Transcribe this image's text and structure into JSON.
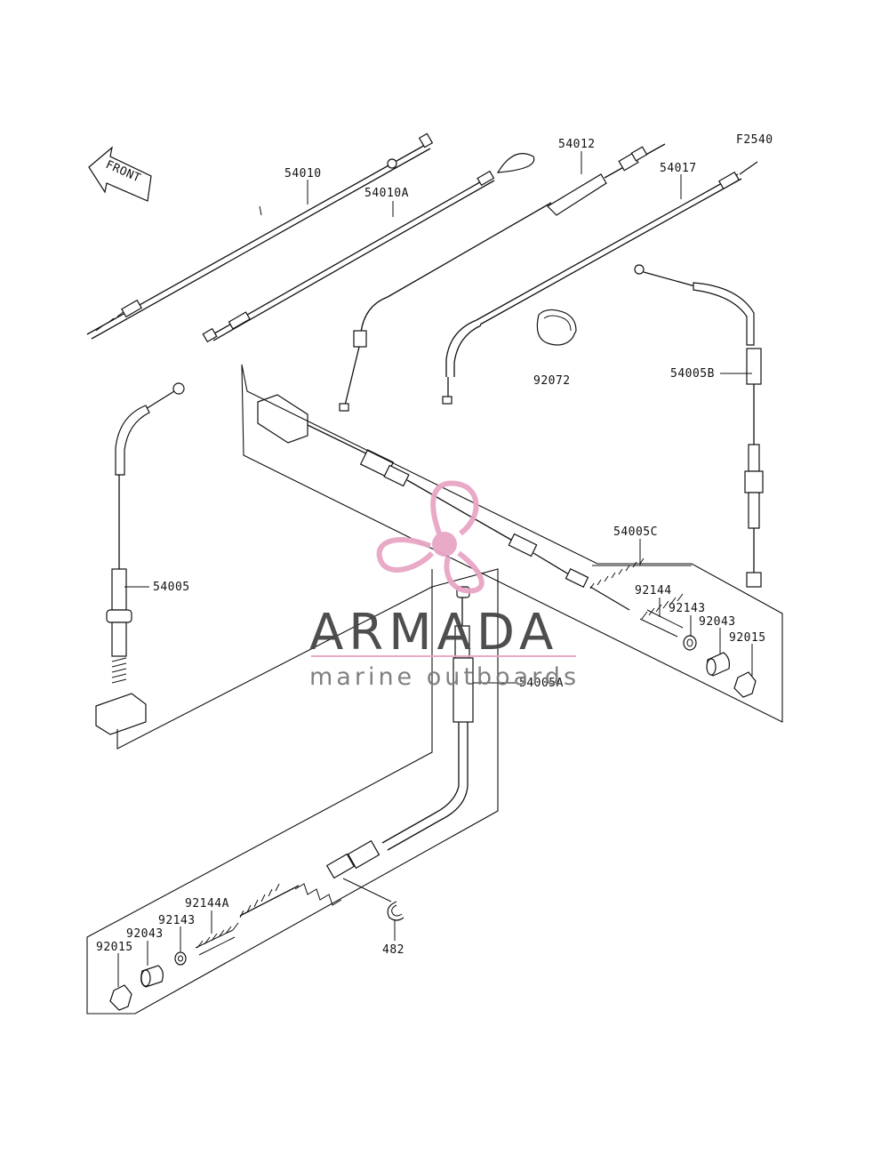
{
  "figure_code": "F2540",
  "front_arrow": {
    "label": "FRONT"
  },
  "parts": [
    {
      "id": "p54010",
      "number": "54010"
    },
    {
      "id": "p54010A",
      "number": "54010A"
    },
    {
      "id": "p54012",
      "number": "54012"
    },
    {
      "id": "p54017",
      "number": "54017"
    },
    {
      "id": "p92072",
      "number": "92072"
    },
    {
      "id": "p54005B",
      "number": "54005B"
    },
    {
      "id": "p54005",
      "number": "54005"
    },
    {
      "id": "p54005C",
      "number": "54005C"
    },
    {
      "id": "p92144",
      "number": "92144"
    },
    {
      "id": "p92143a",
      "number": "92143"
    },
    {
      "id": "p92043a",
      "number": "92043"
    },
    {
      "id": "p92015a",
      "number": "92015"
    },
    {
      "id": "p54005A",
      "number": "54005A"
    },
    {
      "id": "p92144A",
      "number": "92144A"
    },
    {
      "id": "p92143b",
      "number": "92143"
    },
    {
      "id": "p92043b",
      "number": "92043"
    },
    {
      "id": "p92015b",
      "number": "92015"
    },
    {
      "id": "p482",
      "number": "482"
    }
  ],
  "watermark": {
    "brand": "ARMADA",
    "tagline": "marine outboards",
    "logo_color": "#e8a6c6",
    "text_color": "#454545"
  }
}
